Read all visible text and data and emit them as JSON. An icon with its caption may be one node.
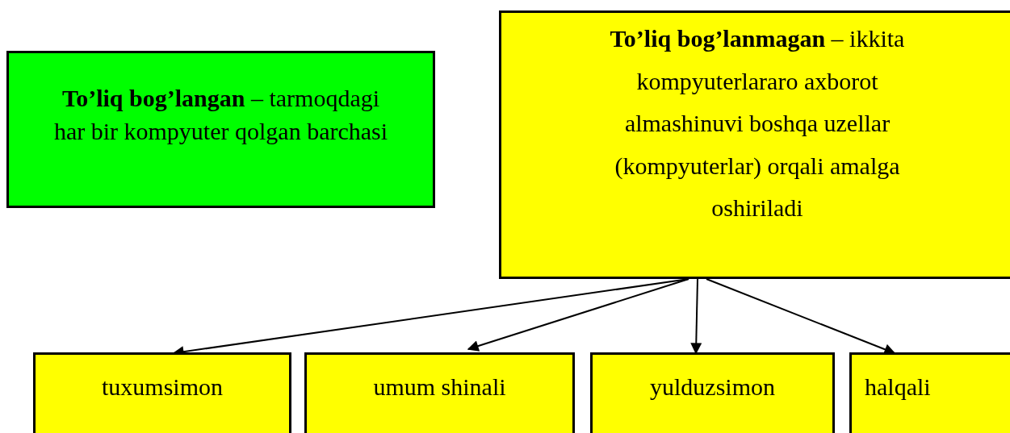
{
  "diagram": {
    "nodes": [
      {
        "text": [
          "**To’liq bog’langan** – tarmoqdagi har bir kompyuter qolgan barchasi"
        ]
      },
      {
        "text": [
          "**To’liq bog’lanmagan** – ikkita kompyuterlararo axborot almashinuvi boshqa uzellar (kompyuterlar) orqali amalga oshiriladi"
        ]
      },
      {
        "text": [
          "tuxumsimon"
        ]
      },
      {
        "text": [
          "umum shinali"
        ]
      },
      {
        "text": [
          "yulduzsimon"
        ]
      },
      {
        "text": [
          "halqali"
        ]
      }
    ],
    "edges": [
      {
        "from": 1,
        "to": 2,
        "arrow": "to"
      },
      {
        "from": 1,
        "to": 3,
        "arrow": "to"
      },
      {
        "from": 1,
        "to": 4,
        "arrow": "to"
      },
      {
        "from": 1,
        "to": 5,
        "arrow": "to"
      }
    ]
  }
}
